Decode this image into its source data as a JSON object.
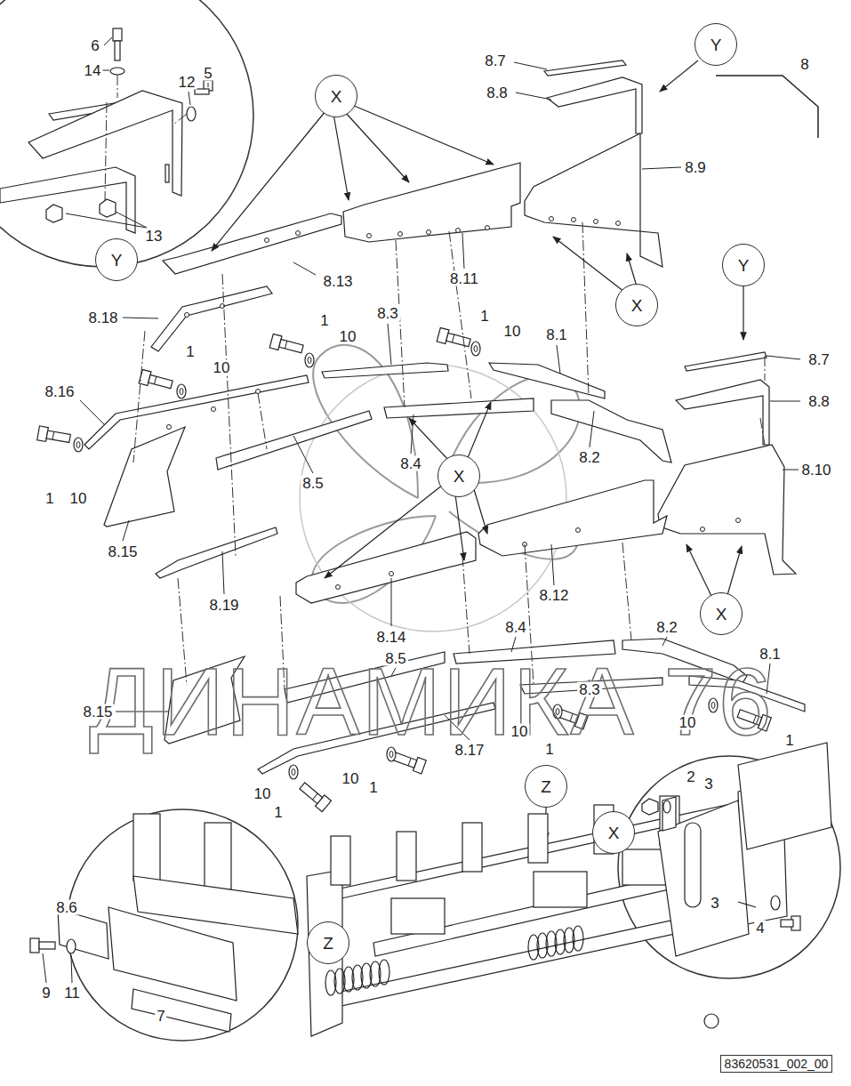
{
  "diagram": {
    "nodes": [
      {
        "text": [
          "Y"
        ]
      },
      {
        "text": [
          "X"
        ]
      },
      {
        "text": [
          "Y"
        ]
      },
      {
        "text": [
          "Y"
        ]
      },
      {
        "text": [
          "X"
        ]
      },
      {
        "text": [
          "X"
        ]
      },
      {
        "text": [
          "X"
        ]
      },
      {
        "text": [
          "Z"
        ]
      },
      {
        "text": [
          "X"
        ]
      },
      {
        "text": [
          "Z"
        ]
      },
      {
        "text": [
          "83620531_002_00"
        ]
      }
    ],
    "labels": [
      "6",
      "14",
      "12",
      "5",
      "13",
      "8.7",
      "8.8",
      "8",
      "8.9",
      "8.13",
      "8.11",
      "8.18",
      "1",
      "8.3",
      "1",
      "8.1",
      "10",
      "10",
      "1",
      "10",
      "8.7",
      "8.8",
      "8.16",
      "8.4",
      "8.2",
      "8.5",
      "8.10",
      "1",
      "10",
      "8.15",
      "8.19",
      "8.12",
      "8.14",
      "8.4",
      "8.2",
      "8.1",
      "8.15",
      "8.5",
      "10",
      "1",
      "8.3",
      "10",
      "1",
      "8.17",
      "10",
      "1",
      "10",
      "1",
      "2",
      "3",
      "3",
      "4",
      "8.6",
      "9",
      "11",
      "7",
      "ДИНАМИКА 76"
    ]
  }
}
